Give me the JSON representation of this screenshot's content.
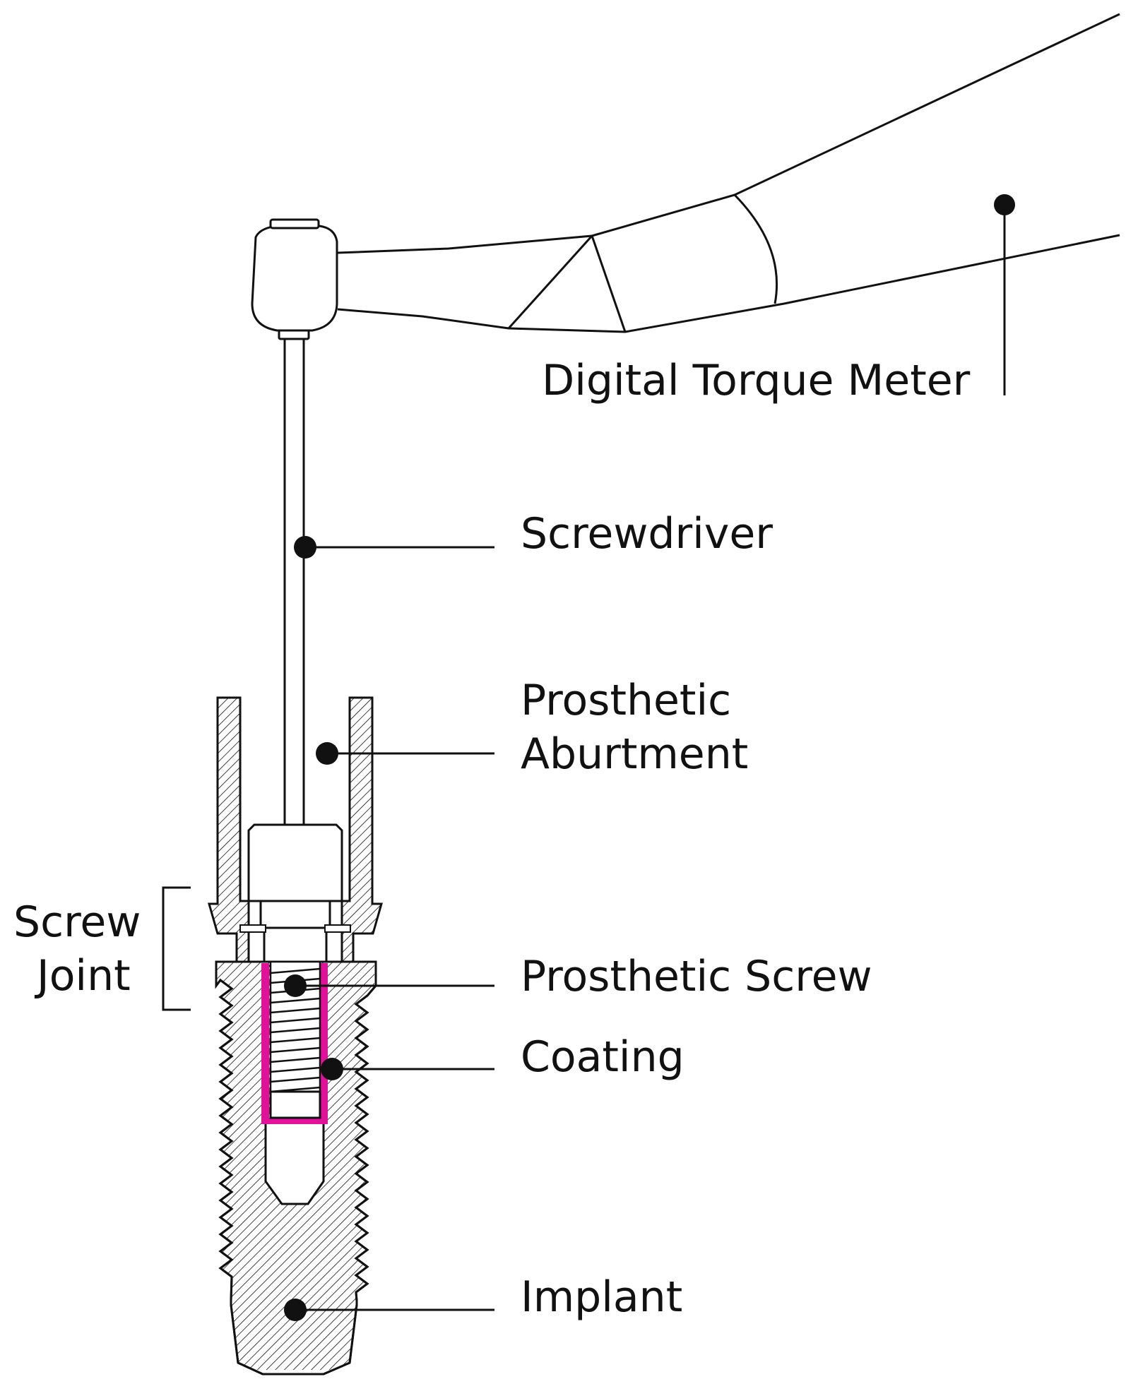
{
  "labels": {
    "digital_torque_meter": "Digital Torque Meter",
    "screwdriver": "Screwdriver",
    "prosthetic_abutment_line1": "Prosthetic",
    "prosthetic_abutment_line2": "Aburtment",
    "screw_joint_line1": "Screw",
    "screw_joint_line2": "Joint",
    "prosthetic_screw": "Prosthetic Screw",
    "coating": "Coating",
    "implant": "Implant"
  },
  "colors": {
    "line": "#111111",
    "coating": "#e0129a",
    "background": "#ffffff"
  }
}
